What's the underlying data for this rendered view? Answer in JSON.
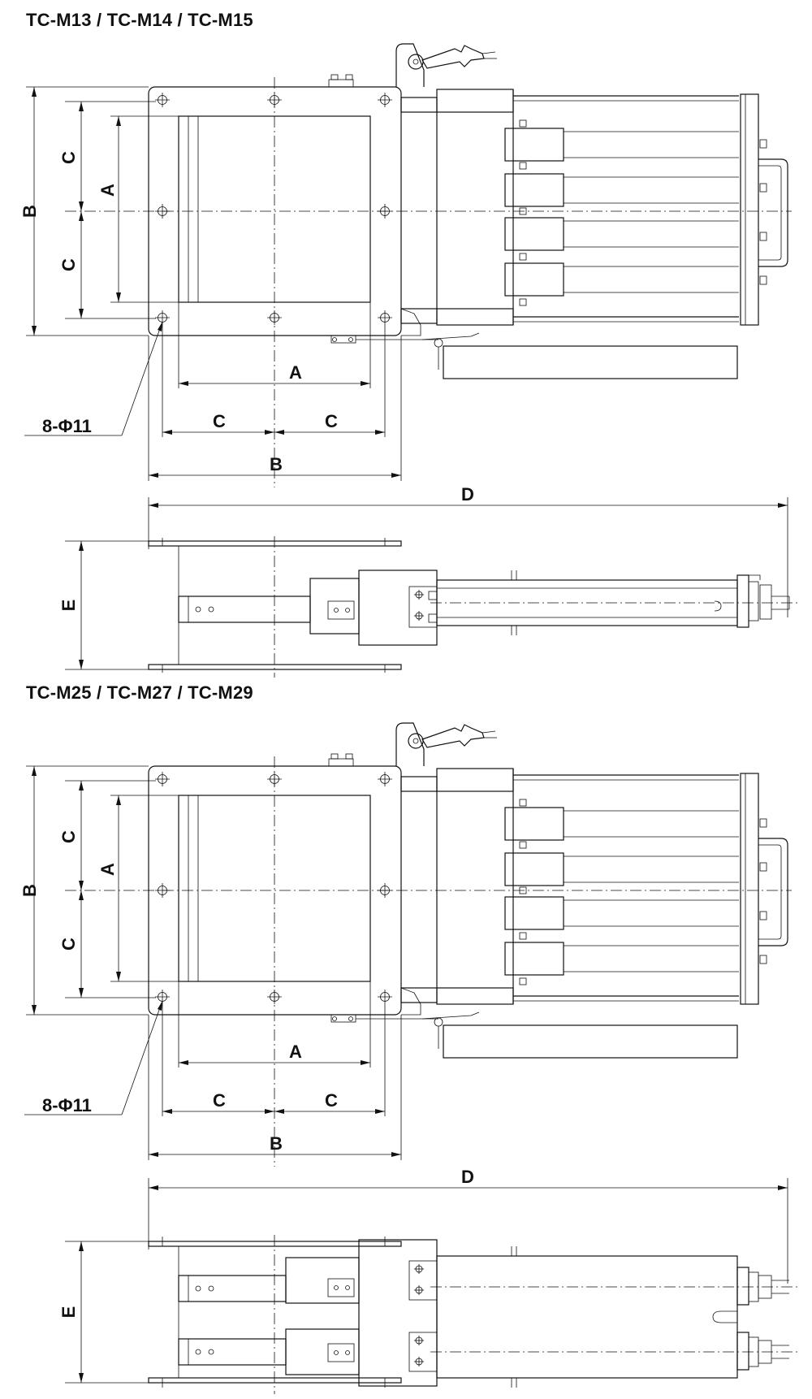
{
  "sections": [
    {
      "title": "TC-M13 / TC-M14 / TC-M15",
      "labels": {
        "A": "A",
        "B": "B",
        "C": "C",
        "D": "D",
        "E": "E",
        "hole": "8-Φ11"
      }
    },
    {
      "title": "TC-M25 / TC-M27 / TC-M29",
      "labels": {
        "A": "A",
        "B": "B",
        "C": "C",
        "D": "D",
        "E": "E",
        "hole": "8-Φ11"
      }
    }
  ]
}
